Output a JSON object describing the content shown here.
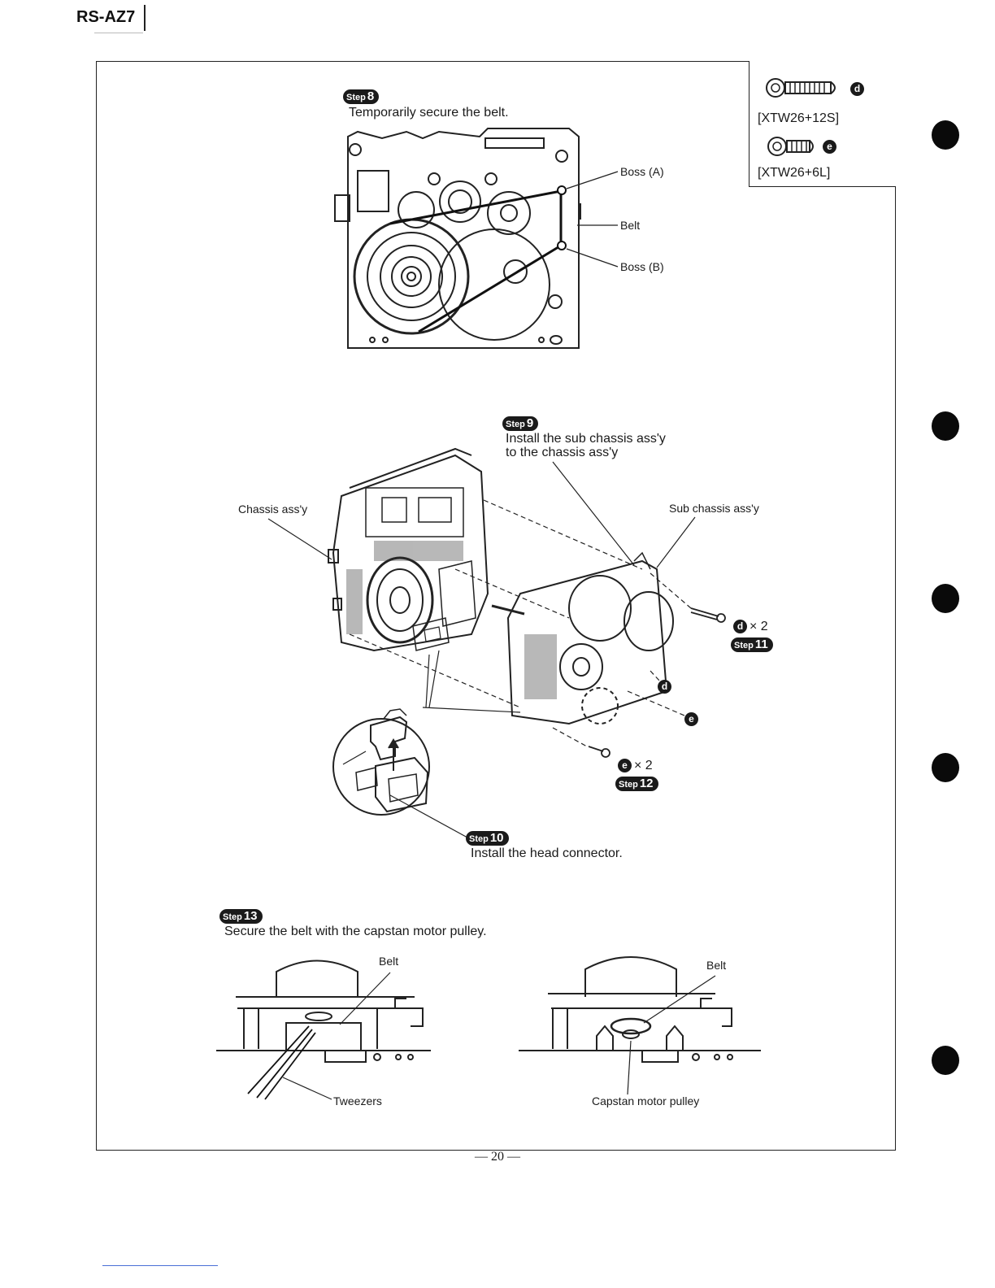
{
  "header": {
    "model": "RS-AZ7"
  },
  "screws": [
    {
      "code": "[XTW26+12S]",
      "mark": "d"
    },
    {
      "code": "[XTW26+6L]",
      "mark": "e"
    }
  ],
  "steps": {
    "s8": {
      "badge": "Step",
      "num": "8",
      "text": "Temporarily secure the belt."
    },
    "s9": {
      "badge": "Step",
      "num": "9",
      "line1": "Install the sub chassis ass'y",
      "line2": "to the chassis ass'y"
    },
    "s10": {
      "badge": "Step",
      "num": "10",
      "text": "Install the head connector."
    },
    "s11": {
      "badge": "Step",
      "num": "11"
    },
    "s12": {
      "badge": "Step",
      "num": "12"
    },
    "s13": {
      "badge": "Step",
      "num": "13",
      "text": "Secure the belt with the capstan motor pulley."
    }
  },
  "labels": {
    "boss_a": "Boss (A)",
    "belt": "Belt",
    "boss_b": "Boss (B)",
    "chassis": "Chassis ass'y",
    "sub_chassis": "Sub chassis ass'y",
    "d_times": "× 2",
    "e_times": "× 2",
    "d_mark": "d",
    "e_mark": "e",
    "belt_left": "Belt",
    "belt_right": "Belt",
    "tweezers": "Tweezers",
    "capstan": "Capstan motor pulley"
  },
  "footer": {
    "page": "— 20 —"
  }
}
